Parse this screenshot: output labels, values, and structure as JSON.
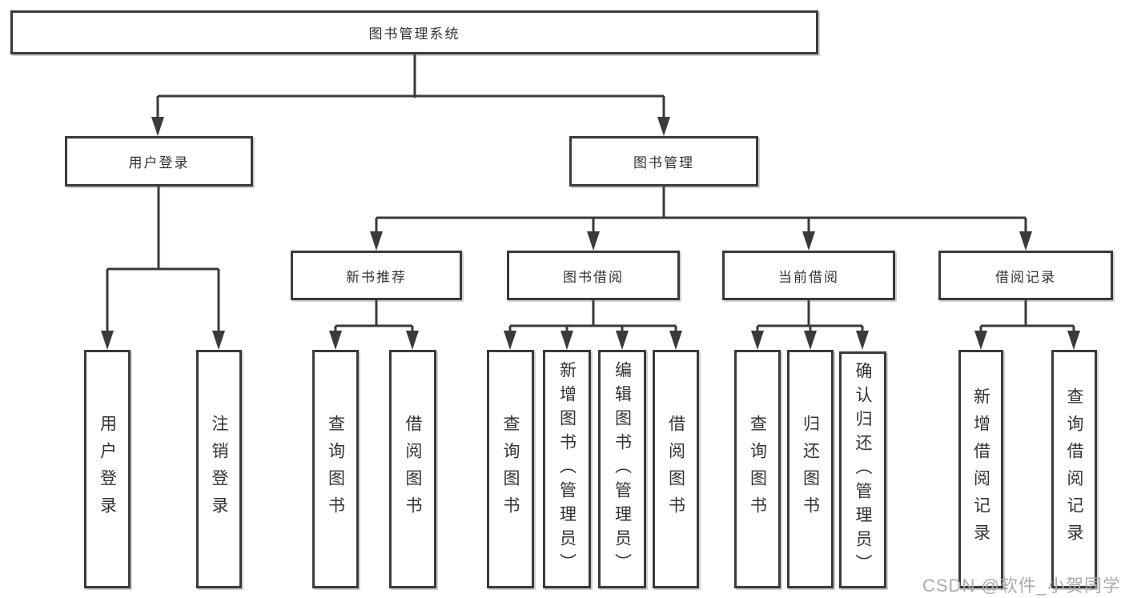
{
  "diagram": {
    "colors": {
      "line": "#3a3a3a",
      "text": "#333333",
      "background": "#ffffff",
      "watermark": "#ababab"
    },
    "tree": {
      "root": {
        "label": "图书管理系统"
      },
      "level2": [
        {
          "label": "用户登录",
          "leaves": [
            {
              "label": "用户登录"
            },
            {
              "label": "注销登录"
            }
          ]
        },
        {
          "label": "图书管理",
          "sections": [
            {
              "label": "新书推荐",
              "leaves": [
                {
                  "label": "查询图书"
                },
                {
                  "label": "借阅图书"
                }
              ]
            },
            {
              "label": "图书借阅",
              "leaves": [
                {
                  "label": "查询图书"
                },
                {
                  "label": "新增图书（管理员）"
                },
                {
                  "label": "编辑图书（管理员）"
                },
                {
                  "label": "借阅图书"
                }
              ]
            },
            {
              "label": "当前借阅",
              "leaves": [
                {
                  "label": "查询图书"
                },
                {
                  "label": "归还图书"
                },
                {
                  "label": "确认归还（管理员）"
                }
              ]
            },
            {
              "label": "借阅记录",
              "leaves": [
                {
                  "label": "新增借阅记录"
                },
                {
                  "label": "查询借阅记录"
                }
              ]
            }
          ]
        }
      ]
    }
  },
  "watermark": {
    "text": "CSDN @软件_小贺同学"
  }
}
